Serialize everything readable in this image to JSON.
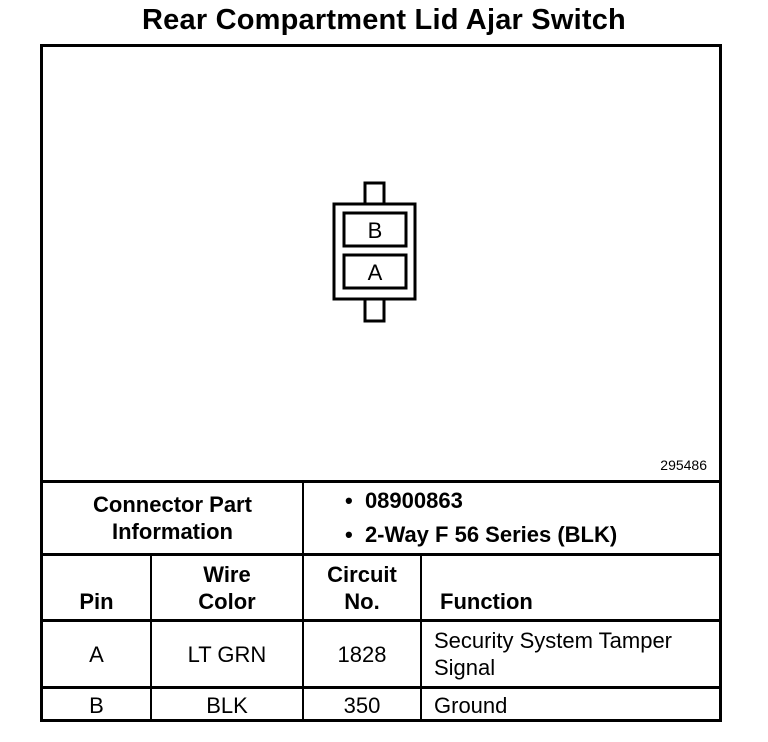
{
  "title": "Rear Compartment Lid Ajar Switch",
  "figure_id": "295486",
  "connector": {
    "cavity_labels": [
      "B",
      "A"
    ]
  },
  "connector_info": {
    "label_line1": "Connector Part",
    "label_line2": "Information",
    "items": [
      "08900863",
      "2-Way F 56 Series (BLK)"
    ]
  },
  "table": {
    "headers": {
      "pin": "Pin",
      "wire_color_line1": "Wire",
      "wire_color_line2": "Color",
      "circuit_line1": "Circuit",
      "circuit_line2": "No.",
      "function": "Function"
    },
    "rows": [
      {
        "pin": "A",
        "wire_color": "LT GRN",
        "circuit": "1828",
        "function_line1": "Security System Tamper",
        "function_line2": "Signal"
      },
      {
        "pin": "B",
        "wire_color": "BLK",
        "circuit": "350",
        "function_line1": "Ground",
        "function_line2": ""
      }
    ]
  }
}
